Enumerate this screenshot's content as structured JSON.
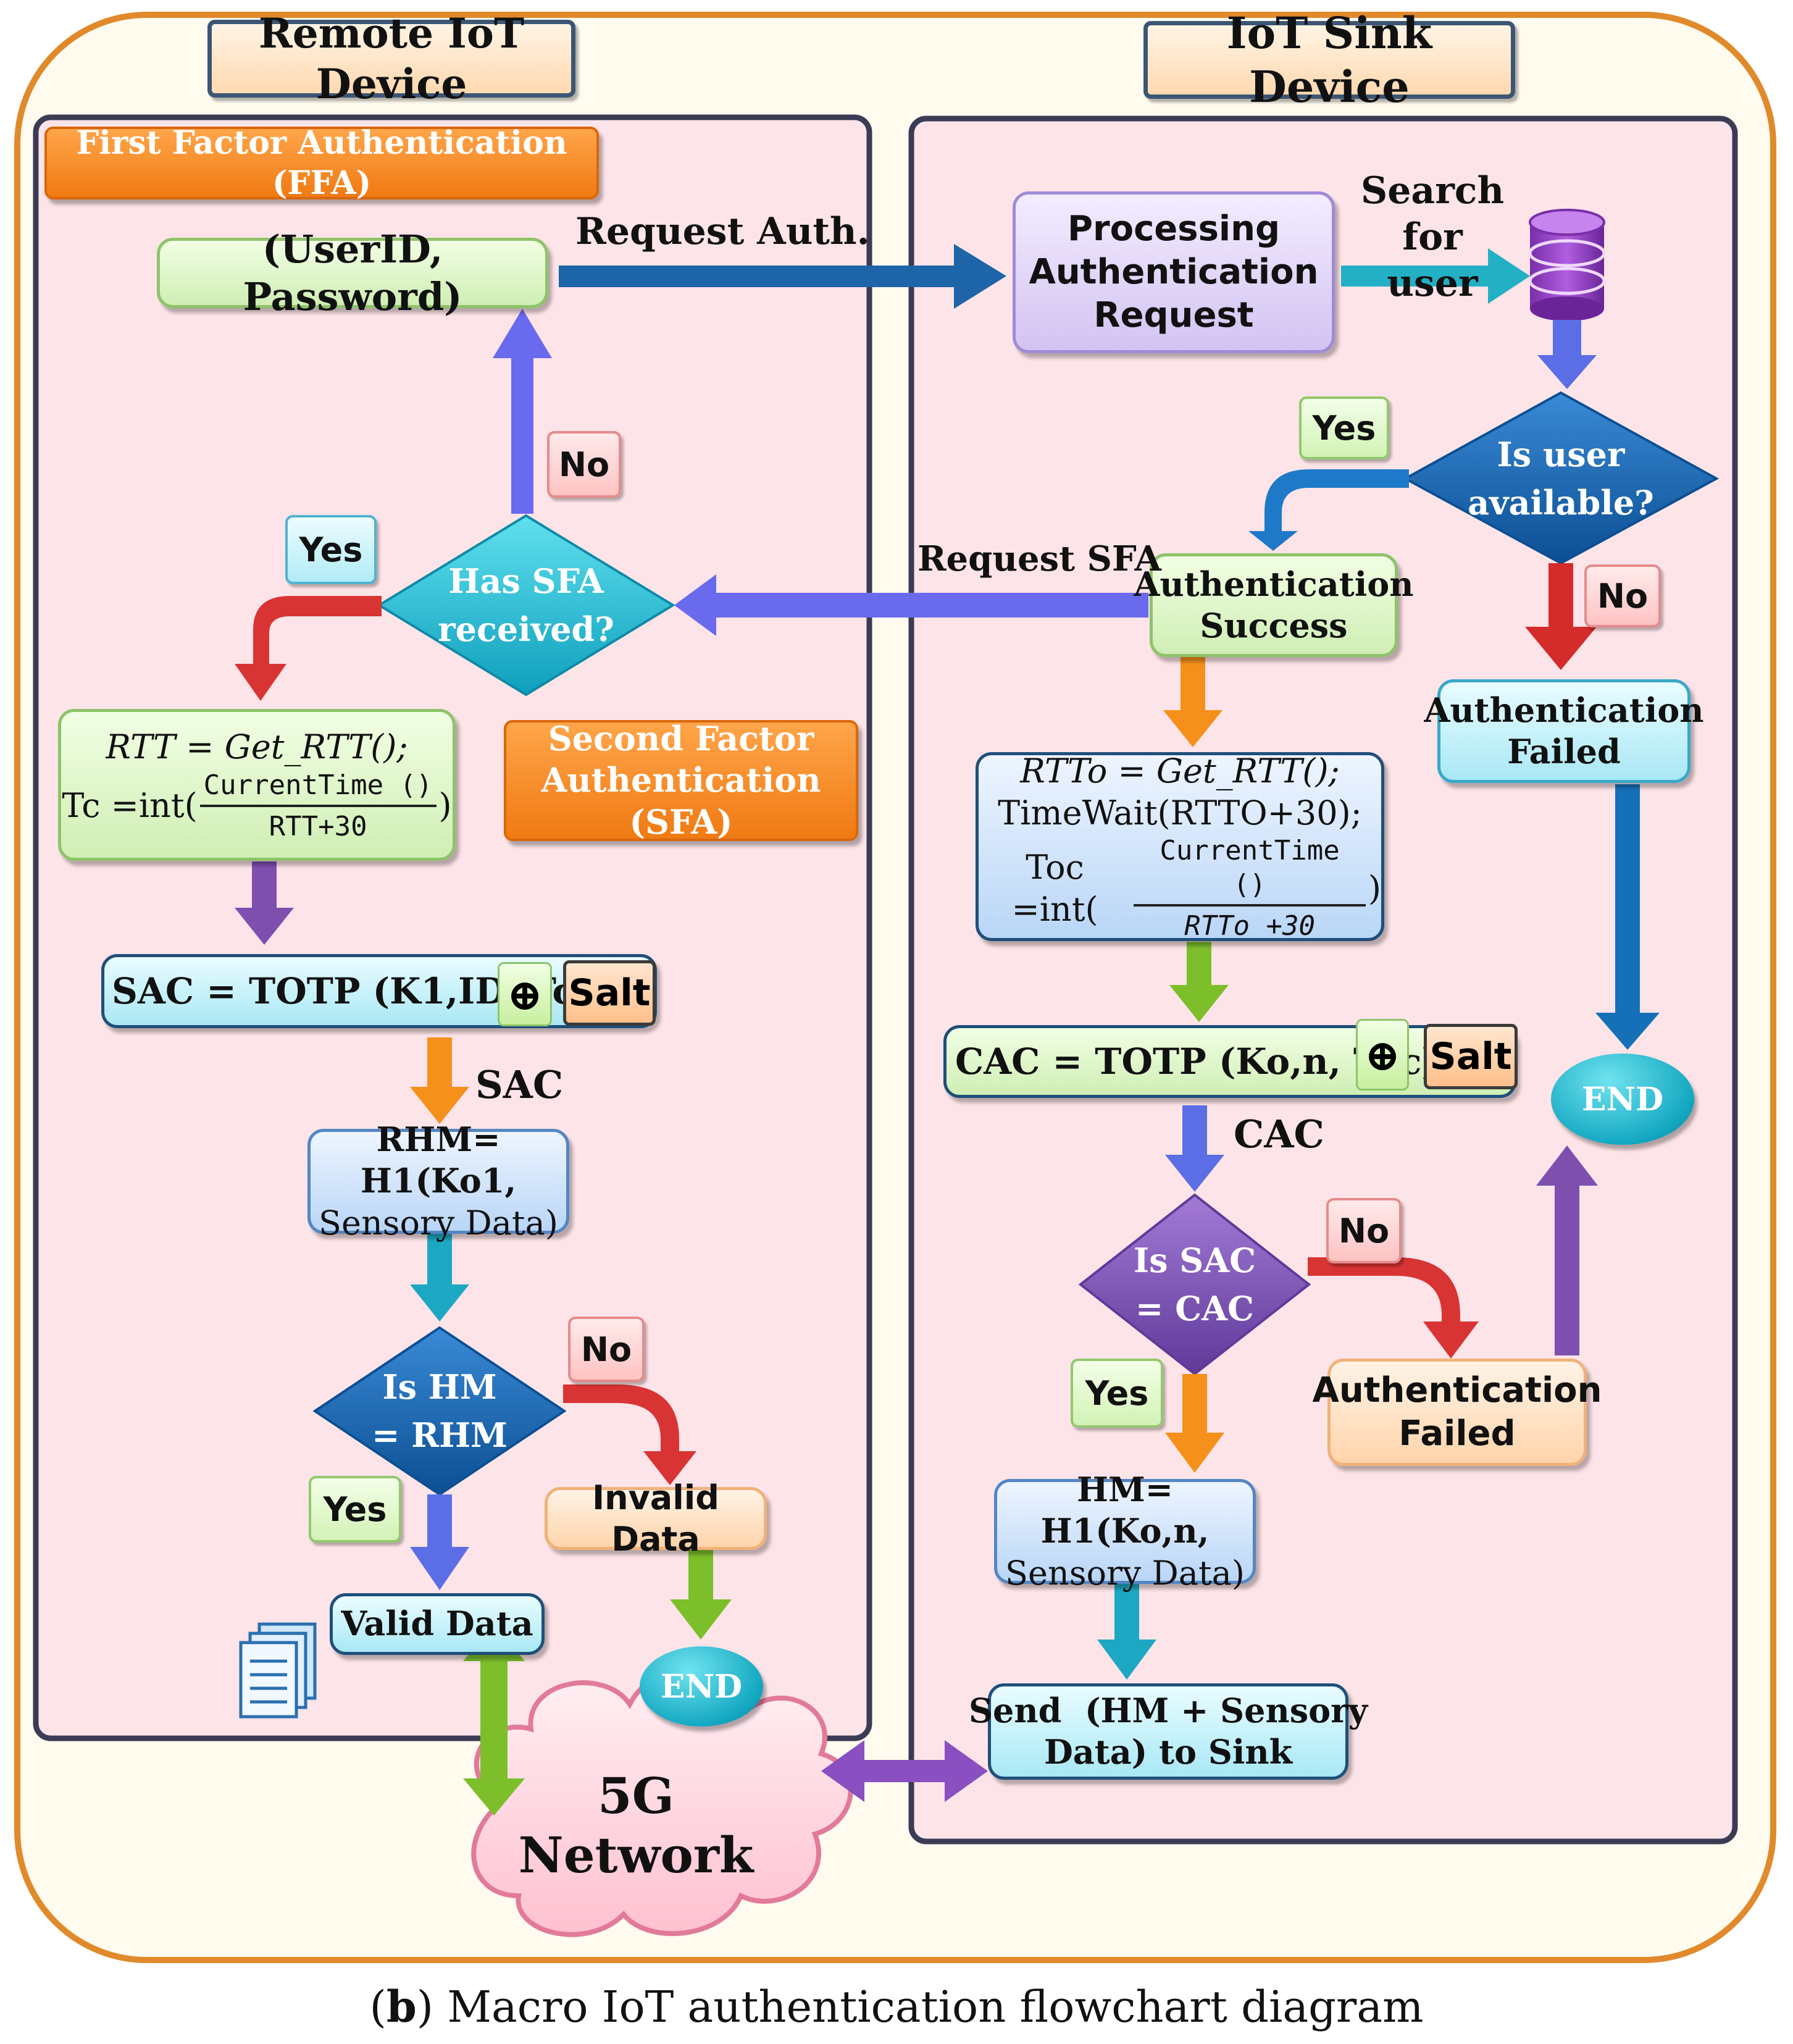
{
  "left_panel_title": "Remote IoT Device",
  "right_panel_title": "IoT Sink Device",
  "ffa_banner": "First Factor Authentication (FFA)",
  "sfa_banner_line1": "Second Factor",
  "sfa_banner_line2": "Authentication (SFA)",
  "credentials": "(UserID, Password)",
  "request_auth_label": "Request Auth.",
  "processing_line1": "Processing",
  "processing_line2": "Authentication",
  "processing_line3": "Request",
  "search_user_line1": "Search for",
  "search_user_line2": "user",
  "is_user_available_line1": "Is user",
  "is_user_available_line2": "available?",
  "has_sfa_line1": "Has SFA",
  "has_sfa_line2": "received?",
  "request_sfa_label": "Request SFA",
  "auth_success_line1": "Authentication",
  "auth_success_line2": "Success",
  "auth_failed_line1": "Authentication",
  "auth_failed_line2": "Failed",
  "auth_failed2_line1": "Authentication",
  "auth_failed2_line2": "Failed",
  "yes": "Yes",
  "no": "No",
  "rtt_line1": "RTT = Get_RTT();",
  "tc_prefix": "Tc =int(",
  "tc_num": "CurrentTime ()",
  "tc_den": "RTT+30",
  "tc_suffix": ")",
  "rtto_line1": "RTTo = Get_RTT();",
  "rtto_line2": "TimeWait(RTTO+30);",
  "toc_prefix": "Toc =int(",
  "toc_num": "CurrentTime ()",
  "toc_den": "RTTo +30",
  "toc_suffix": ")",
  "sac_formula": "SAC = TOTP (K1,ID, Tc)",
  "cac_formula": "CAC = TOTP (Ko,n, Toc)",
  "xor_symbol": "⊕",
  "salt": "Salt",
  "sac_label": "SAC",
  "cac_label": "CAC",
  "rhm_line1": "RHM= H1(Ko1,",
  "rhm_line2": "Sensory Data)",
  "is_hm_line1": "Is HM",
  "is_hm_line2": "= RHM",
  "is_sac_line1": "Is SAC",
  "is_sac_line2": "= CAC",
  "invalid_data": "Invalid Data",
  "valid_data": "Valid Data",
  "end": "END",
  "hm_line1": "HM= H1(Ko,n,",
  "hm_line2": "Sensory Data)",
  "send_line1": "Send  (HM + Sensory",
  "send_line2": "Data) to Sink",
  "network_line1": "5G",
  "network_line2": "Network",
  "caption_prefix": "(",
  "caption_bold": "b",
  "caption_rest": ") Macro IoT authentication flowchart diagram",
  "icons": [
    "database-icon",
    "documents-icon"
  ]
}
